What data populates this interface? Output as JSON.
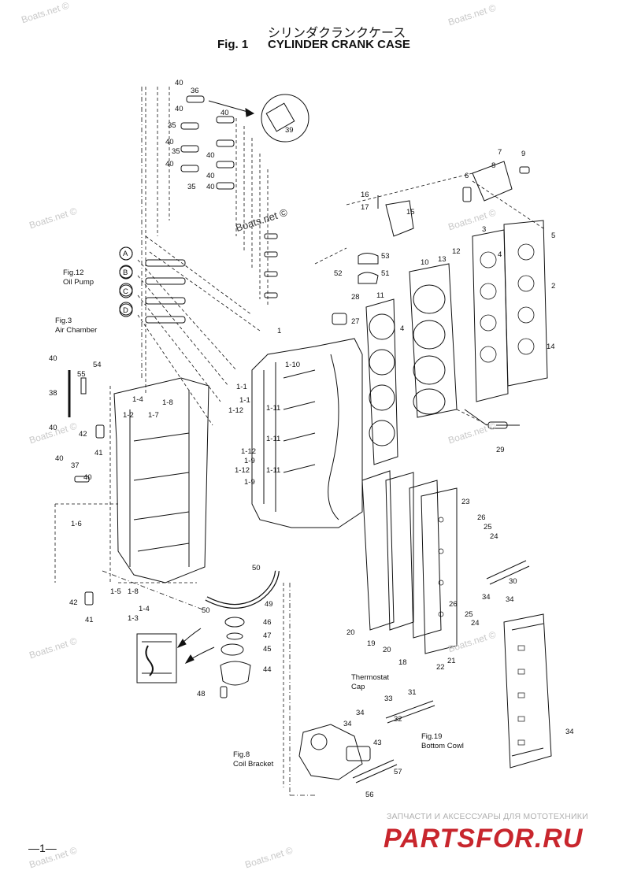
{
  "header": {
    "title_jp": "シリンダクランクケース",
    "fig_number": "Fig. 1",
    "title_en": "CYLINDER CRANK CASE"
  },
  "callouts": {
    "fig12": "Fig.12",
    "oil_pump": "Oil Pump",
    "fig3": "Fig.3",
    "air_chamber": "Air Chamber",
    "thermostat": "Thermostat",
    "cap": "Cap",
    "fig19": "Fig.19",
    "bottom_cowl": "Bottom Cowl",
    "fig8": "Fig.8",
    "coil_bracket": "Coil Bracket"
  },
  "circled_letters": [
    "A",
    "B",
    "C",
    "D"
  ],
  "part_numbers": [
    "40",
    "36",
    "40",
    "35",
    "40",
    "40",
    "35",
    "40",
    "40",
    "35",
    "40",
    "40",
    "39",
    "7",
    "8",
    "9",
    "6",
    "16",
    "17",
    "15",
    "3",
    "5",
    "2",
    "53",
    "52",
    "51",
    "13",
    "12",
    "10",
    "4",
    "28",
    "27",
    "11",
    "1",
    "1-10",
    "4",
    "14",
    "40",
    "55",
    "54",
    "38",
    "1-4",
    "1-8",
    "1-2",
    "1-7",
    "40",
    "42",
    "41",
    "40",
    "37",
    "40",
    "1-1",
    "1-1",
    "1-12",
    "1-11",
    "1-11",
    "1-12",
    "1-9",
    "1-12",
    "1-11",
    "1-9",
    "29",
    "1-6",
    "23",
    "26",
    "25",
    "24",
    "50",
    "50",
    "49",
    "42",
    "41",
    "1-5",
    "1-3",
    "1-4",
    "46",
    "47",
    "45",
    "44",
    "48",
    "30",
    "34",
    "34",
    "26",
    "25",
    "24",
    "20",
    "19",
    "20",
    "18",
    "22",
    "21",
    "33",
    "31",
    "34",
    "32",
    "43",
    "34",
    "34",
    "57",
    "56",
    "1-8"
  ],
  "watermarks": {
    "main": "Boats.net ©",
    "faint": "Boats.net ©"
  },
  "footer": {
    "page_number": "—1—",
    "ru_heading": "ЗАПЧАСТИ И АКСЕССУАРЫ ДЛЯ МОТОТЕХНИКИ",
    "logo_text": "PARTSFOR.RU"
  },
  "colors": {
    "ink": "#111111",
    "watermark": "#c9c9c9",
    "logo_red": "#c8262d"
  },
  "icons": {
    "logo": "partsfor-logo-icon"
  }
}
